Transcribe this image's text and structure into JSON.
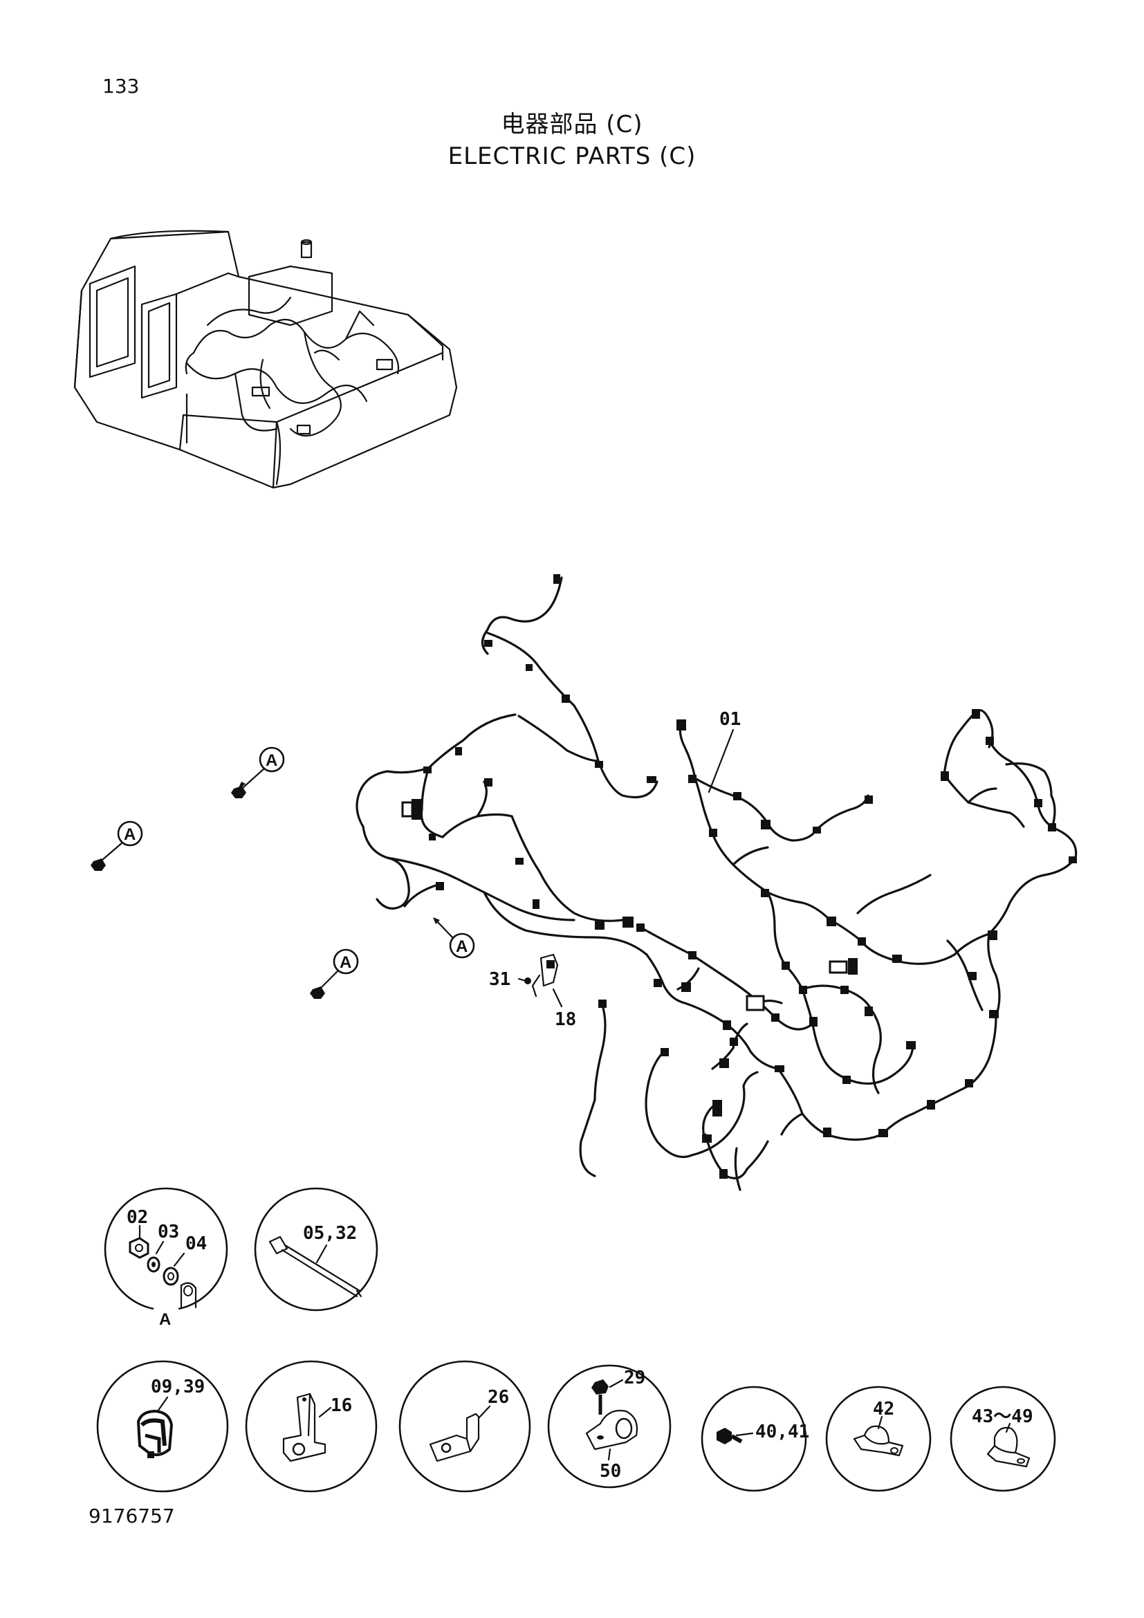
{
  "page": {
    "number": "133",
    "title_cn": "电器部品 (C)",
    "title_en": "ELECTRIC PARTS (C)",
    "document_code": "9176757"
  },
  "callouts": {
    "harness": "01",
    "part_18": "18",
    "part_31": "31",
    "ref_a": "A"
  },
  "detail_parts": [
    {
      "id": "nut-washers",
      "labels": [
        "02",
        "03",
        "04"
      ],
      "sublabel": "A"
    },
    {
      "id": "cable-tie",
      "labels": [
        "05,32"
      ]
    },
    {
      "id": "clip",
      "labels": [
        "09,39"
      ]
    },
    {
      "id": "bracket-16",
      "labels": [
        "16"
      ]
    },
    {
      "id": "bracket-26",
      "labels": [
        "26"
      ]
    },
    {
      "id": "clamp-29-50",
      "labels": [
        "29",
        "50"
      ]
    },
    {
      "id": "bolt",
      "labels": [
        "40,41"
      ]
    },
    {
      "id": "clamp-42",
      "labels": [
        "42"
      ]
    },
    {
      "id": "clamp-43-49",
      "labels": [
        "43～49"
      ]
    }
  ]
}
